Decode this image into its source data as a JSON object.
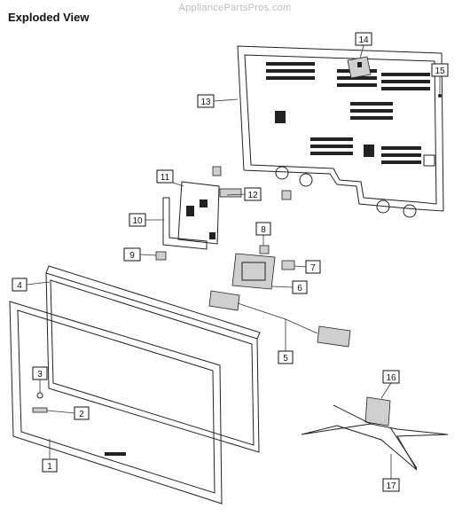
{
  "header": {
    "title": "Exploded View",
    "watermark": "AppliancePartsPros.com"
  },
  "callouts": [
    {
      "id": "c1",
      "label": "1"
    },
    {
      "id": "c2",
      "label": "2"
    },
    {
      "id": "c3",
      "label": "3"
    },
    {
      "id": "c4",
      "label": "4"
    },
    {
      "id": "c5",
      "label": "5"
    },
    {
      "id": "c6",
      "label": "6"
    },
    {
      "id": "c7",
      "label": "7"
    },
    {
      "id": "c8",
      "label": "8"
    },
    {
      "id": "c9",
      "label": "9"
    },
    {
      "id": "c10",
      "label": "10"
    },
    {
      "id": "c11",
      "label": "11"
    },
    {
      "id": "c12",
      "label": "12"
    },
    {
      "id": "c13",
      "label": "13"
    },
    {
      "id": "c14",
      "label": "14"
    },
    {
      "id": "c15",
      "label": "15"
    },
    {
      "id": "c16",
      "label": "16"
    },
    {
      "id": "c17",
      "label": "17"
    }
  ]
}
